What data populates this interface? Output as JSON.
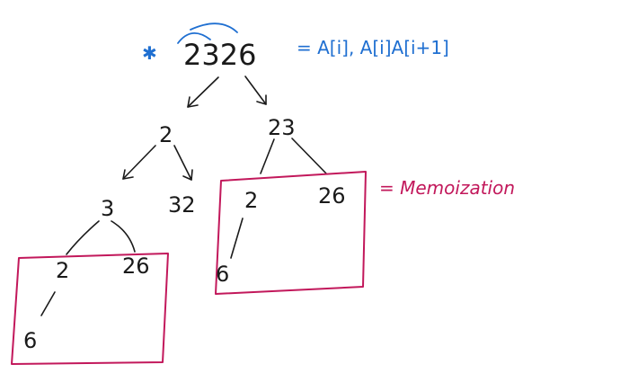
{
  "header": {
    "star": "✱",
    "input_string": "2326",
    "formula": "= A[i], A[i]A[i+1]"
  },
  "tree": {
    "root_left": "2",
    "root_right": "23",
    "l_left": "3",
    "l_right": "32",
    "ll_left": "2",
    "ll_right": "26",
    "lll": "6",
    "r_left": "2",
    "r_right": "26",
    "rl": "6"
  },
  "annotation": {
    "label": "= Memoization"
  },
  "colors": {
    "ink": "#1a1a1a",
    "blue": "#1f6fd1",
    "memo_red": "#c2185b"
  }
}
